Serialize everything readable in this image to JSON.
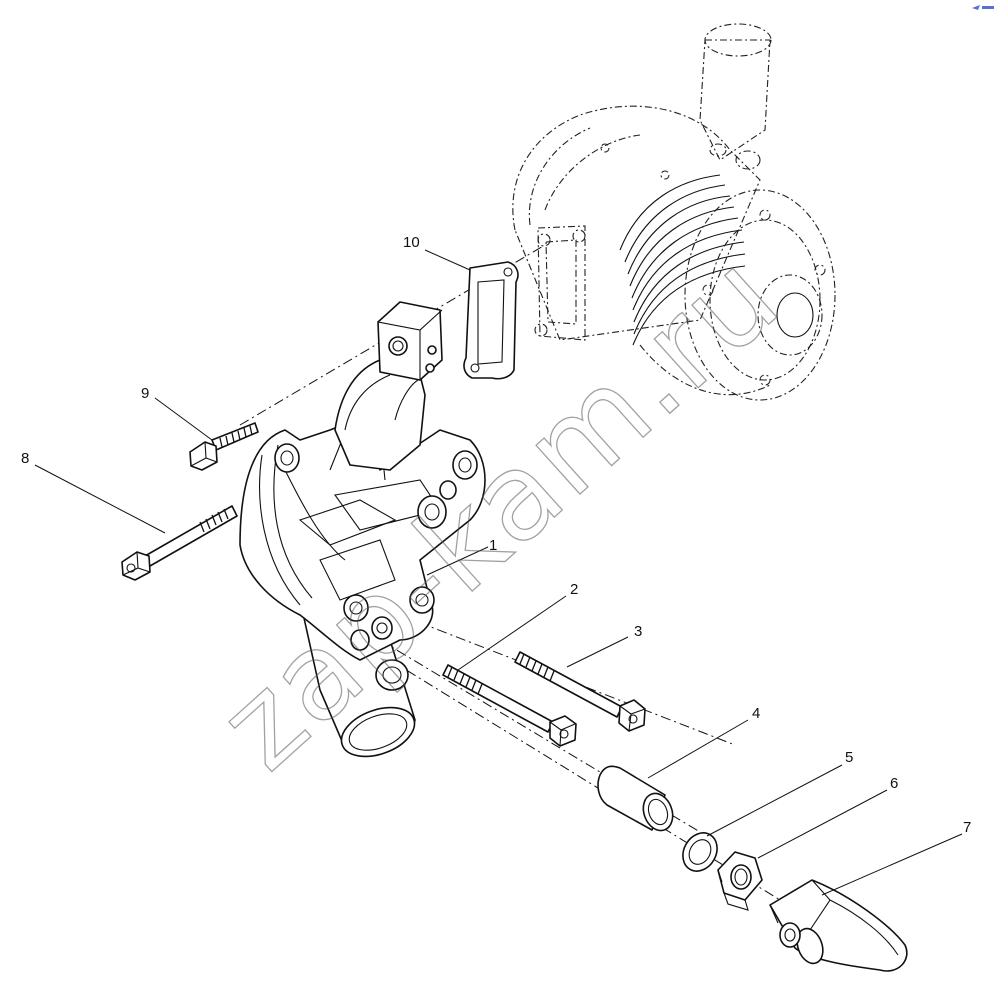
{
  "watermark": "zap-kam.ru",
  "callouts": [
    "1",
    "2",
    "3",
    "4",
    "5",
    "6",
    "7",
    "8",
    "9",
    "10"
  ]
}
